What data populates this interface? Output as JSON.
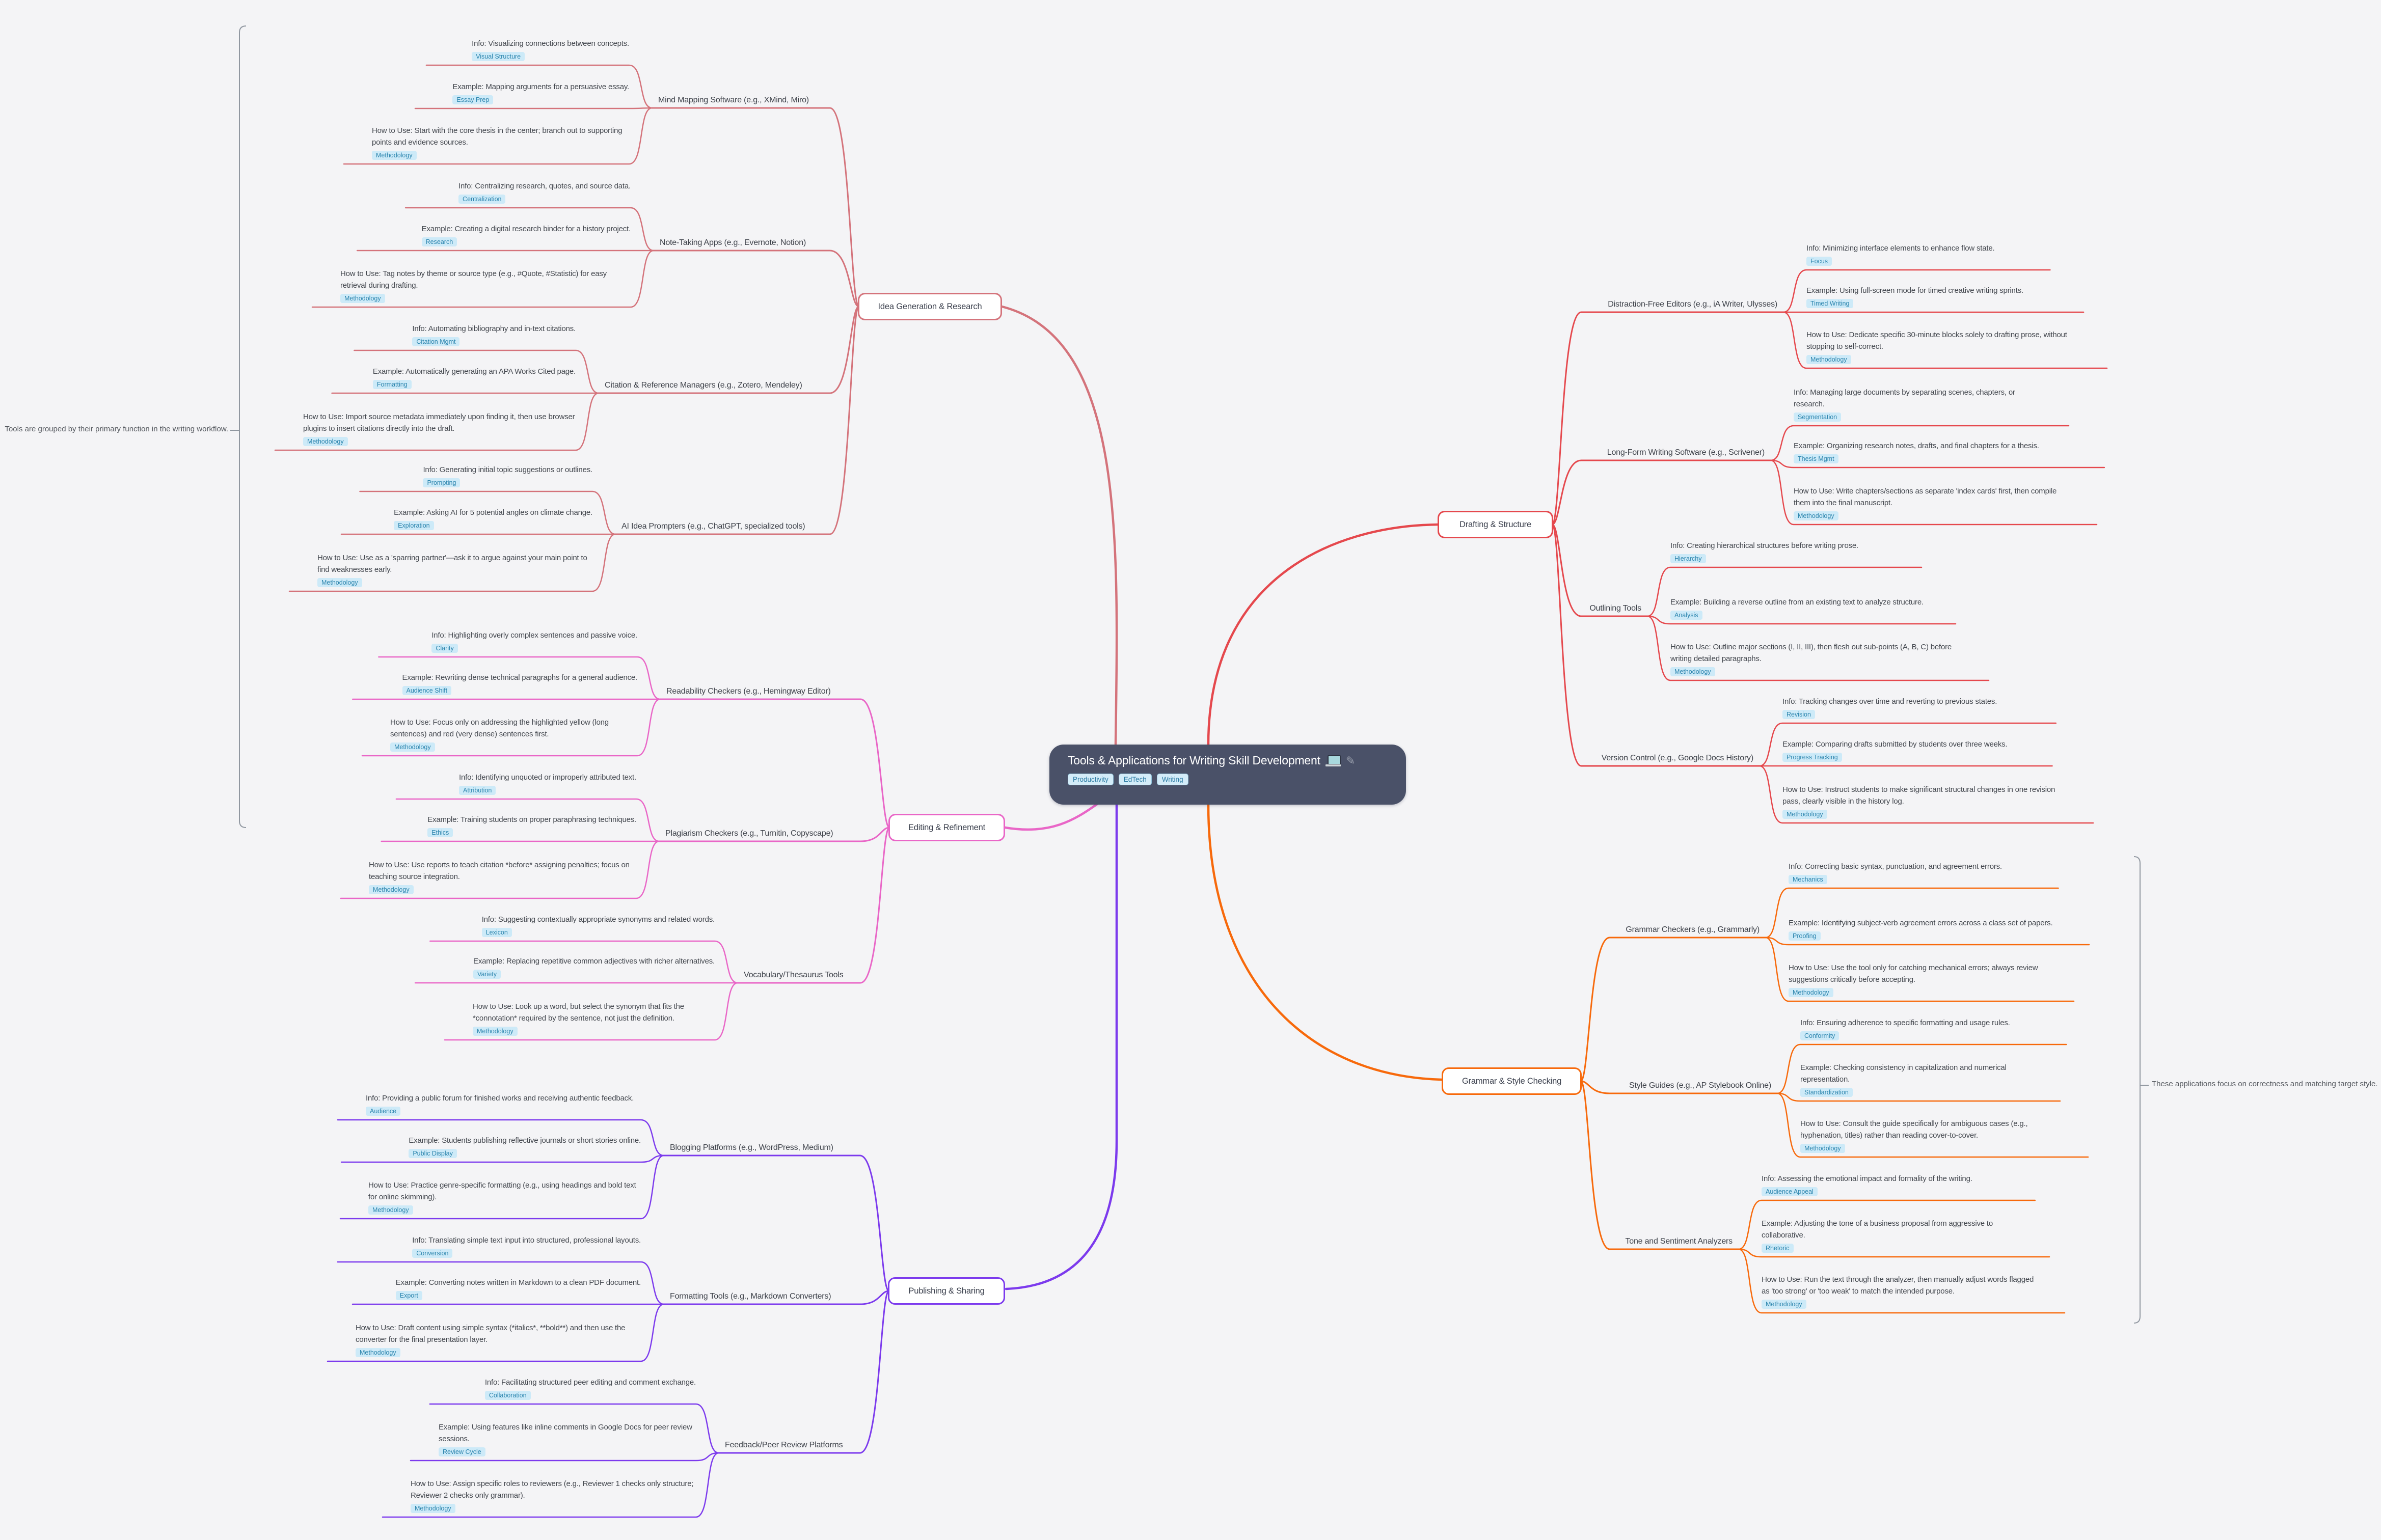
{
  "root": {
    "title": "Tools & Applications for Writing Skill Development",
    "icons": [
      "laptop-icon",
      "pen-icon"
    ],
    "pen_glyph": "✎",
    "bg_color": "#4a5168",
    "tags": [
      "Productivity",
      "EdTech",
      "Writing"
    ]
  },
  "annotations": {
    "left": "Tools are grouped by their primary function in the writing workflow.",
    "right": "These applications focus on correctness and matching target style."
  },
  "tag_style": {
    "bg": "#cdeaf8",
    "text": "#2b84ad"
  },
  "branches": [
    {
      "name": "Idea Generation & Research",
      "color": "#d4737b",
      "tools": [
        {
          "name": "Mind Mapping Software (e.g., XMind, Miro)",
          "leaves": [
            {
              "text": "Info: Visualizing connections between concepts.",
              "tag": "Visual Structure"
            },
            {
              "text": "Example: Mapping arguments for a persuasive essay.",
              "tag": "Essay Prep"
            },
            {
              "text": "How to Use: Start with the core thesis in the center; branch out to supporting points and evidence sources.",
              "tag": "Methodology"
            }
          ]
        },
        {
          "name": "Note-Taking Apps (e.g., Evernote, Notion)",
          "leaves": [
            {
              "text": "Info: Centralizing research, quotes, and source data.",
              "tag": "Centralization"
            },
            {
              "text": "Example: Creating a digital research binder for a history project.",
              "tag": "Research"
            },
            {
              "text": "How to Use: Tag notes by theme or source type (e.g., #Quote, #Statistic) for easy retrieval during drafting.",
              "tag": "Methodology"
            }
          ]
        },
        {
          "name": "Citation & Reference Managers (e.g., Zotero, Mendeley)",
          "leaves": [
            {
              "text": "Info: Automating bibliography and in-text citations.",
              "tag": "Citation Mgmt"
            },
            {
              "text": "Example: Automatically generating an APA Works Cited page.",
              "tag": "Formatting"
            },
            {
              "text": "How to Use: Import source metadata immediately upon finding it, then use browser plugins to insert citations directly into the draft.",
              "tag": "Methodology"
            }
          ]
        },
        {
          "name": "AI Idea Prompters (e.g., ChatGPT, specialized tools)",
          "leaves": [
            {
              "text": "Info: Generating initial topic suggestions or outlines.",
              "tag": "Prompting"
            },
            {
              "text": "Example: Asking AI for 5 potential angles on climate change.",
              "tag": "Exploration"
            },
            {
              "text": "How to Use: Use as a 'sparring partner'—ask it to argue against your main point to find weaknesses early.",
              "tag": "Methodology"
            }
          ]
        }
      ]
    },
    {
      "name": "Editing & Refinement",
      "color": "#e966c7",
      "tools": [
        {
          "name": "Readability Checkers (e.g., Hemingway Editor)",
          "leaves": [
            {
              "text": "Info: Highlighting overly complex sentences and passive voice.",
              "tag": "Clarity"
            },
            {
              "text": "Example: Rewriting dense technical paragraphs for a general audience.",
              "tag": "Audience Shift"
            },
            {
              "text": "How to Use: Focus only on addressing the highlighted yellow (long sentences) and red (very dense) sentences first.",
              "tag": "Methodology"
            }
          ]
        },
        {
          "name": "Plagiarism Checkers (e.g., Turnitin, Copyscape)",
          "leaves": [
            {
              "text": "Info: Identifying unquoted or improperly attributed text.",
              "tag": "Attribution"
            },
            {
              "text": "Example: Training students on proper paraphrasing techniques.",
              "tag": "Ethics"
            },
            {
              "text": "How to Use: Use reports to teach citation *before* assigning penalties; focus on teaching source integration.",
              "tag": "Methodology"
            }
          ]
        },
        {
          "name": "Vocabulary/Thesaurus Tools",
          "leaves": [
            {
              "text": "Info: Suggesting contextually appropriate synonyms and related words.",
              "tag": "Lexicon"
            },
            {
              "text": "Example: Replacing repetitive common adjectives with richer alternatives.",
              "tag": "Variety"
            },
            {
              "text": "How to Use: Look up a word, but select the synonym that fits the *connotation* required by the sentence, not just the definition.",
              "tag": "Methodology"
            }
          ]
        }
      ]
    },
    {
      "name": "Publishing & Sharing",
      "color": "#7c3aed",
      "tools": [
        {
          "name": "Blogging Platforms (e.g., WordPress, Medium)",
          "leaves": [
            {
              "text": "Info: Providing a public forum for finished works and receiving authentic feedback.",
              "tag": "Audience"
            },
            {
              "text": "Example: Students publishing reflective journals or short stories online.",
              "tag": "Public Display"
            },
            {
              "text": "How to Use: Practice genre-specific formatting (e.g., using headings and bold text for online skimming).",
              "tag": "Methodology"
            }
          ]
        },
        {
          "name": "Formatting Tools (e.g., Markdown Converters)",
          "leaves": [
            {
              "text": "Info: Translating simple text input into structured, professional layouts.",
              "tag": "Conversion"
            },
            {
              "text": "Example: Converting notes written in Markdown to a clean PDF document.",
              "tag": "Export"
            },
            {
              "text": "How to Use: Draft content using simple syntax (*italics*, **bold**) and then use the converter for the final presentation layer.",
              "tag": "Methodology"
            }
          ]
        },
        {
          "name": "Feedback/Peer Review Platforms",
          "leaves": [
            {
              "text": "Info: Facilitating structured peer editing and comment exchange.",
              "tag": "Collaboration"
            },
            {
              "text": "Example: Using features like inline comments in Google Docs for peer review sessions.",
              "tag": "Review Cycle"
            },
            {
              "text": "How to Use: Assign specific roles to reviewers (e.g., Reviewer 1 checks only structure; Reviewer 2 checks only grammar).",
              "tag": "Methodology"
            }
          ]
        }
      ]
    },
    {
      "name": "Drafting & Structure",
      "color": "#e5484d",
      "tools": [
        {
          "name": "Distraction-Free Editors (e.g., iA Writer, Ulysses)",
          "leaves": [
            {
              "text": "Info: Minimizing interface elements to enhance flow state.",
              "tag": "Focus"
            },
            {
              "text": "Example: Using full-screen mode for timed creative writing sprints.",
              "tag": "Timed Writing"
            },
            {
              "text": "How to Use: Dedicate specific 30-minute blocks solely to drafting prose, without stopping to self-correct.",
              "tag": "Methodology"
            }
          ]
        },
        {
          "name": "Long-Form Writing Software (e.g., Scrivener)",
          "leaves": [
            {
              "text": "Info: Managing large documents by separating scenes, chapters, or research.",
              "tag": "Segmentation"
            },
            {
              "text": "Example: Organizing research notes, drafts, and final chapters for a thesis.",
              "tag": "Thesis Mgmt"
            },
            {
              "text": "How to Use: Write chapters/sections as separate 'index cards' first, then compile them into the final manuscript.",
              "tag": "Methodology"
            }
          ]
        },
        {
          "name": "Outlining Tools",
          "leaves": [
            {
              "text": "Info: Creating hierarchical structures before writing prose.",
              "tag": "Hierarchy"
            },
            {
              "text": "Example: Building a reverse outline from an existing text to analyze structure.",
              "tag": "Analysis"
            },
            {
              "text": "How to Use: Outline major sections (I, II, III), then flesh out sub-points (A, B, C) before writing detailed paragraphs.",
              "tag": "Methodology"
            }
          ]
        },
        {
          "name": "Version Control (e.g., Google Docs History)",
          "leaves": [
            {
              "text": "Info: Tracking changes over time and reverting to previous states.",
              "tag": "Revision"
            },
            {
              "text": "Example: Comparing drafts submitted by students over three weeks.",
              "tag": "Progress Tracking"
            },
            {
              "text": "How to Use: Instruct students to make significant structural changes in one revision pass, clearly visible in the history log.",
              "tag": "Methodology"
            }
          ]
        }
      ]
    },
    {
      "name": "Grammar & Style Checking",
      "color": "#f7690b",
      "tools": [
        {
          "name": "Grammar Checkers (e.g., Grammarly)",
          "leaves": [
            {
              "text": "Info: Correcting basic syntax, punctuation, and agreement errors.",
              "tag": "Mechanics"
            },
            {
              "text": "Example: Identifying subject-verb agreement errors across a class set of papers.",
              "tag": "Proofing"
            },
            {
              "text": "How to Use: Use the tool only for catching mechanical errors; always review suggestions critically before accepting.",
              "tag": "Methodology"
            }
          ]
        },
        {
          "name": "Style Guides (e.g., AP Stylebook Online)",
          "leaves": [
            {
              "text": "Info: Ensuring adherence to specific formatting and usage rules.",
              "tag": "Conformity"
            },
            {
              "text": "Example: Checking consistency in capitalization and numerical representation.",
              "tag": "Standardization"
            },
            {
              "text": "How to Use: Consult the guide specifically for ambiguous cases (e.g., hyphenation, titles) rather than reading cover-to-cover.",
              "tag": "Methodology"
            }
          ]
        },
        {
          "name": "Tone and Sentiment Analyzers",
          "leaves": [
            {
              "text": "Info: Assessing the emotional impact and formality of the writing.",
              "tag": "Audience Appeal"
            },
            {
              "text": "Example: Adjusting the tone of a business proposal from aggressive to collaborative.",
              "tag": "Rhetoric"
            },
            {
              "text": "How to Use: Run the text through the analyzer, then manually adjust words flagged as 'too strong' or 'too weak' to match the intended purpose.",
              "tag": "Methodology"
            }
          ]
        }
      ]
    }
  ]
}
